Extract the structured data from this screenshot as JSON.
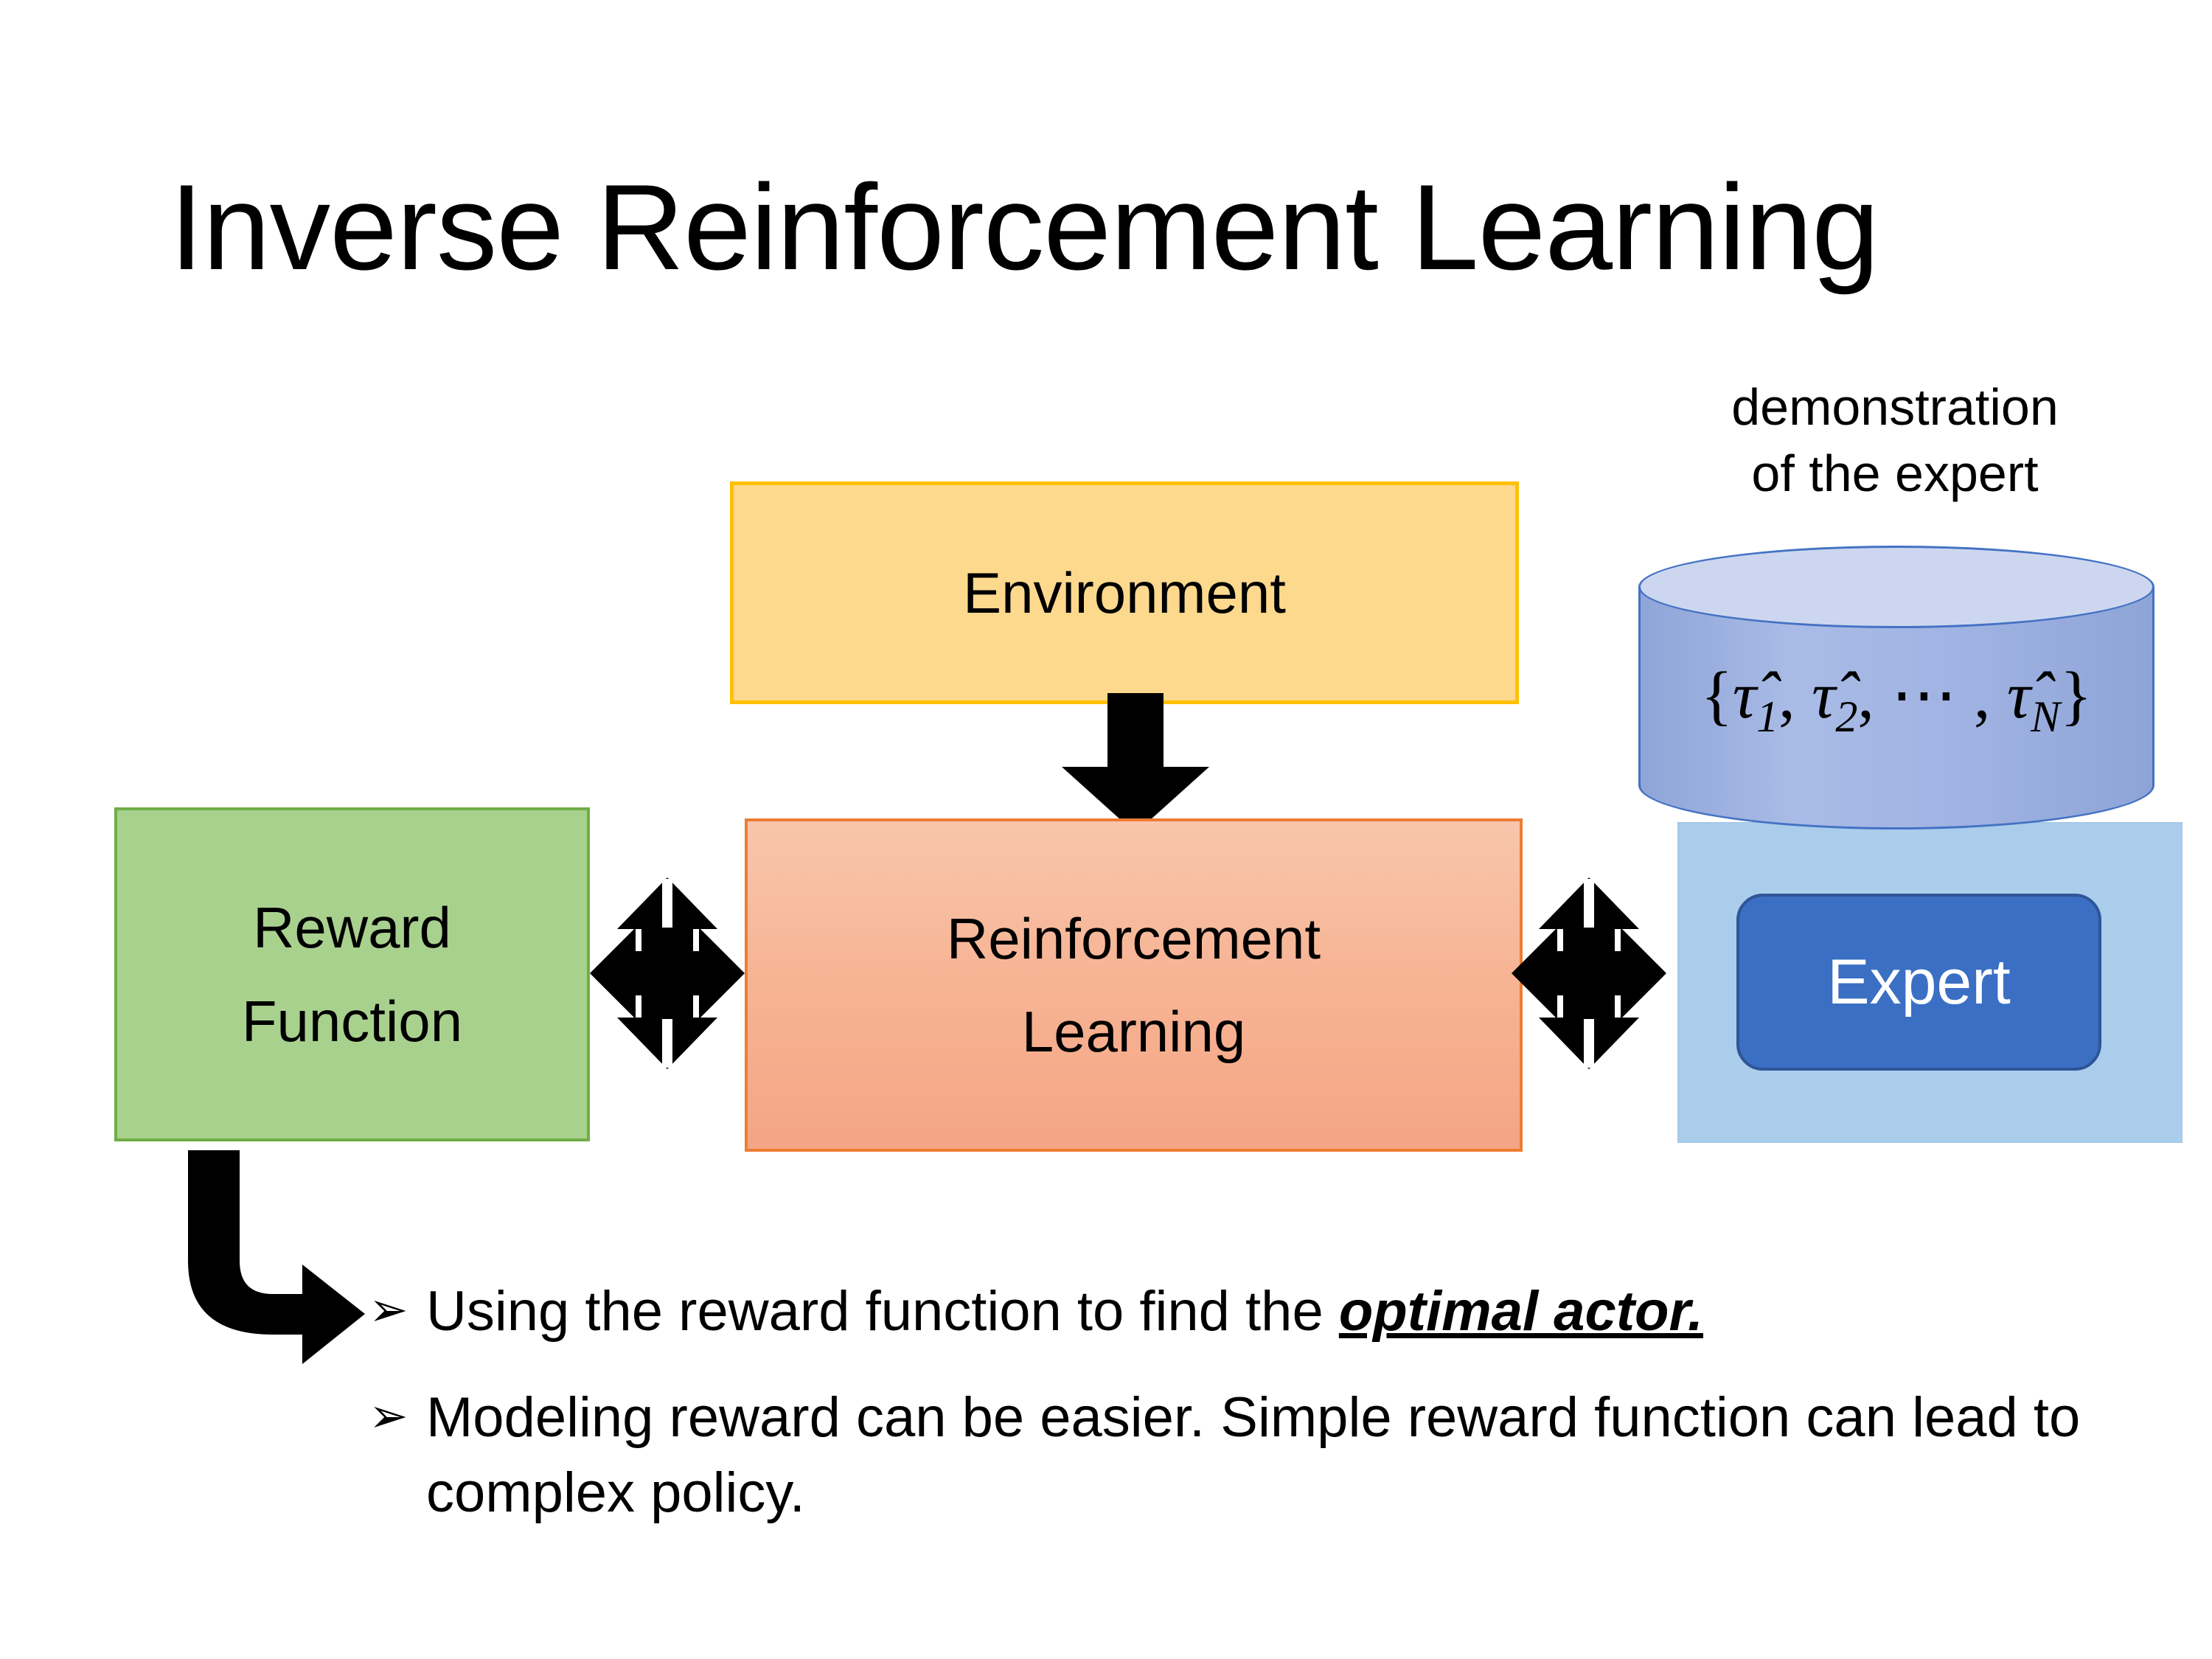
{
  "slide": {
    "title": "Inverse Reinforcement Learning"
  },
  "diagram": {
    "environment_box": {
      "label": "Environment",
      "fill": "#fcd98d",
      "border": "#ffc000"
    },
    "rl_box": {
      "line1": "Reinforcement",
      "line2": "Learning",
      "fill": "#f6b295",
      "border": "#ed7d31"
    },
    "reward_box": {
      "line1": "Reward",
      "line2": "Function",
      "fill": "#a9d18e",
      "border": "#70ad47"
    },
    "demo_caption": {
      "line1": "demonstration",
      "line2": "of the expert"
    },
    "cylinder": {
      "open_brace": "{",
      "tau1": "τ̂",
      "sub1": "1",
      "comma1": ", ",
      "tau2": "τ̂",
      "sub2": "2",
      "ellipsis": ", ⋯ , ",
      "tauN": "τ̂",
      "subN": "N",
      "close_brace": "}",
      "fill_top": "#ccd7ef",
      "fill_body": "#9fb2e2",
      "border": "#4472c4"
    },
    "expert_panel": {
      "fill": "#a9cdeb"
    },
    "expert_badge": {
      "label": "Expert",
      "fill": "#3a6fc4",
      "border": "#2f5597",
      "text_color": "#ffffff"
    },
    "arrows": {
      "env_to_rl": "down-arrow",
      "reward_rl": "four-way-arrow",
      "rl_expert": "four-way-arrow",
      "reward_to_bullet": "elbow-arrow",
      "color": "#000000"
    }
  },
  "bullets": {
    "marker": "➢",
    "items": [
      {
        "prefix": "Using the reward function to find the ",
        "emphasis": "optimal actor.",
        "suffix": ""
      },
      {
        "prefix": "Modeling reward can be easier. Simple reward function can lead to complex policy.",
        "emphasis": "",
        "suffix": ""
      }
    ]
  }
}
